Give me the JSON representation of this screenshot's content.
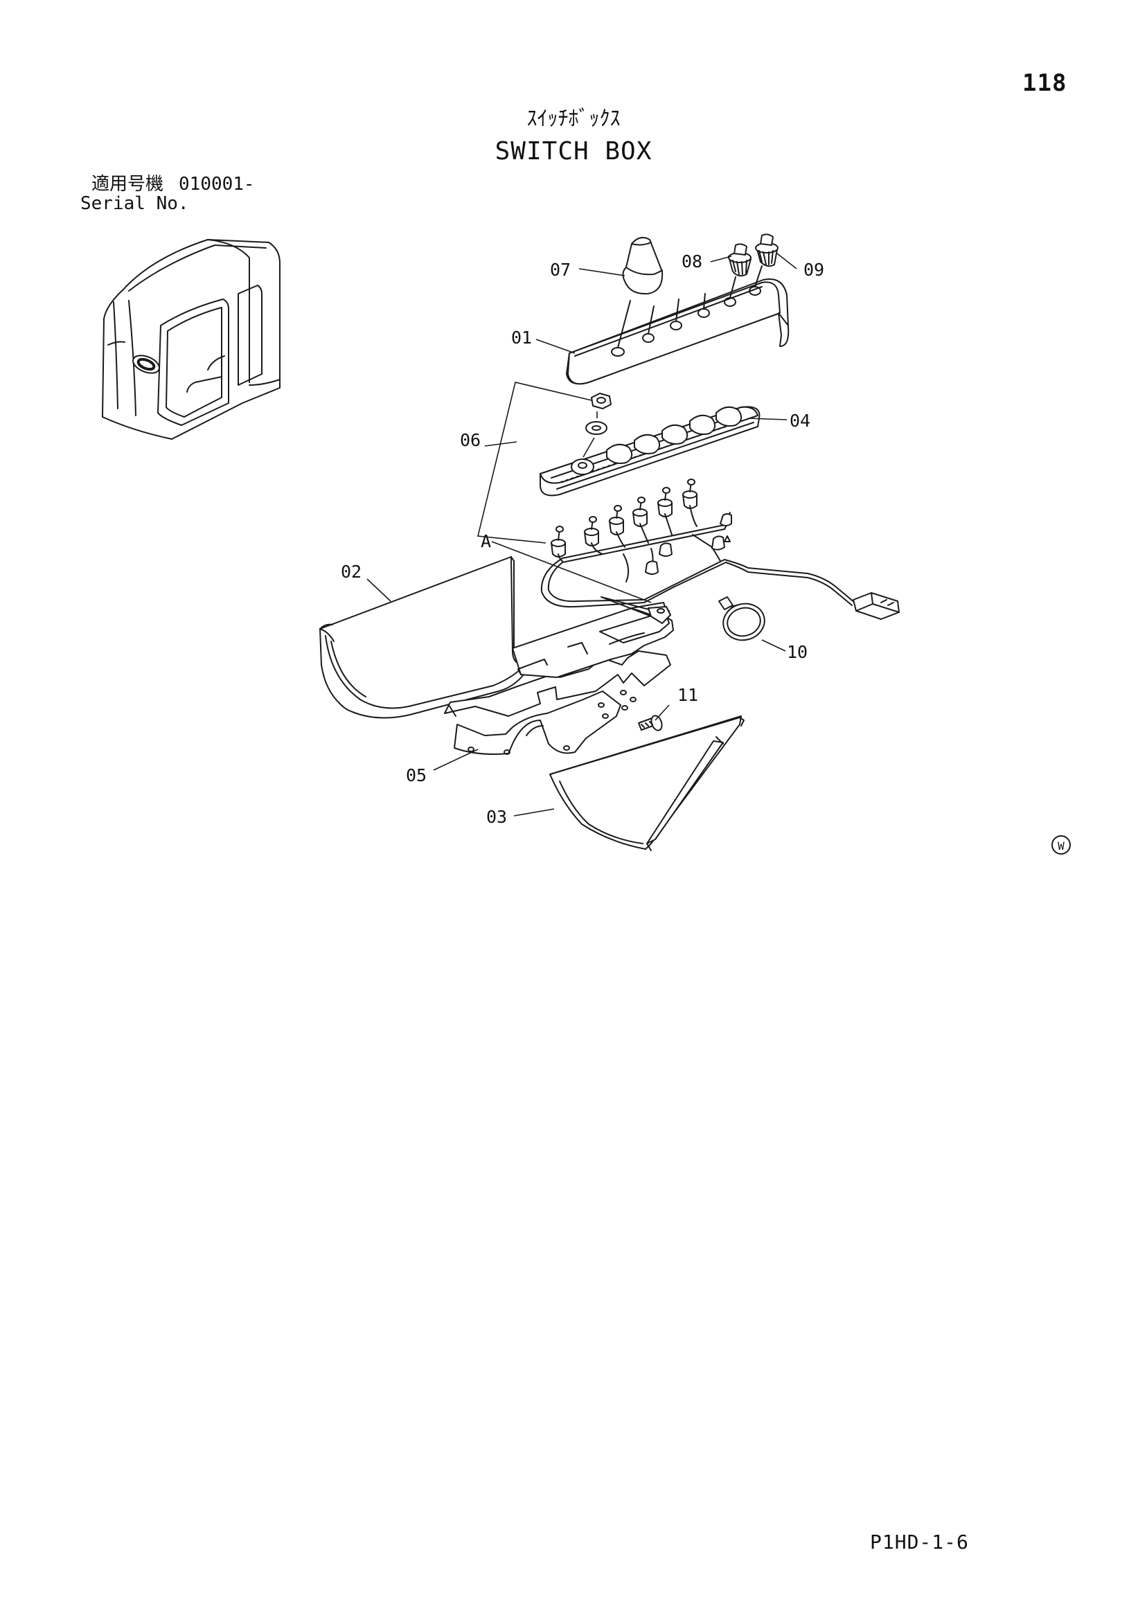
{
  "page": {
    "number": "118",
    "footer_code": "P1HD-1-6"
  },
  "title": {
    "jp": "ｽｲｯﾁﾎﾞｯｸｽ",
    "en": "SWITCH BOX"
  },
  "serial": {
    "label_jp": "適用号機",
    "value": "010001-",
    "label_en": "Serial No."
  },
  "diagram": {
    "callouts": {
      "c01": "01",
      "c02": "02",
      "c03": "03",
      "c04": "04",
      "c05": "05",
      "c06": "06",
      "c07": "07",
      "c08": "08",
      "c09": "09",
      "c10": "10",
      "c11": "11",
      "ca": "A"
    },
    "stamp_letter": "W"
  }
}
